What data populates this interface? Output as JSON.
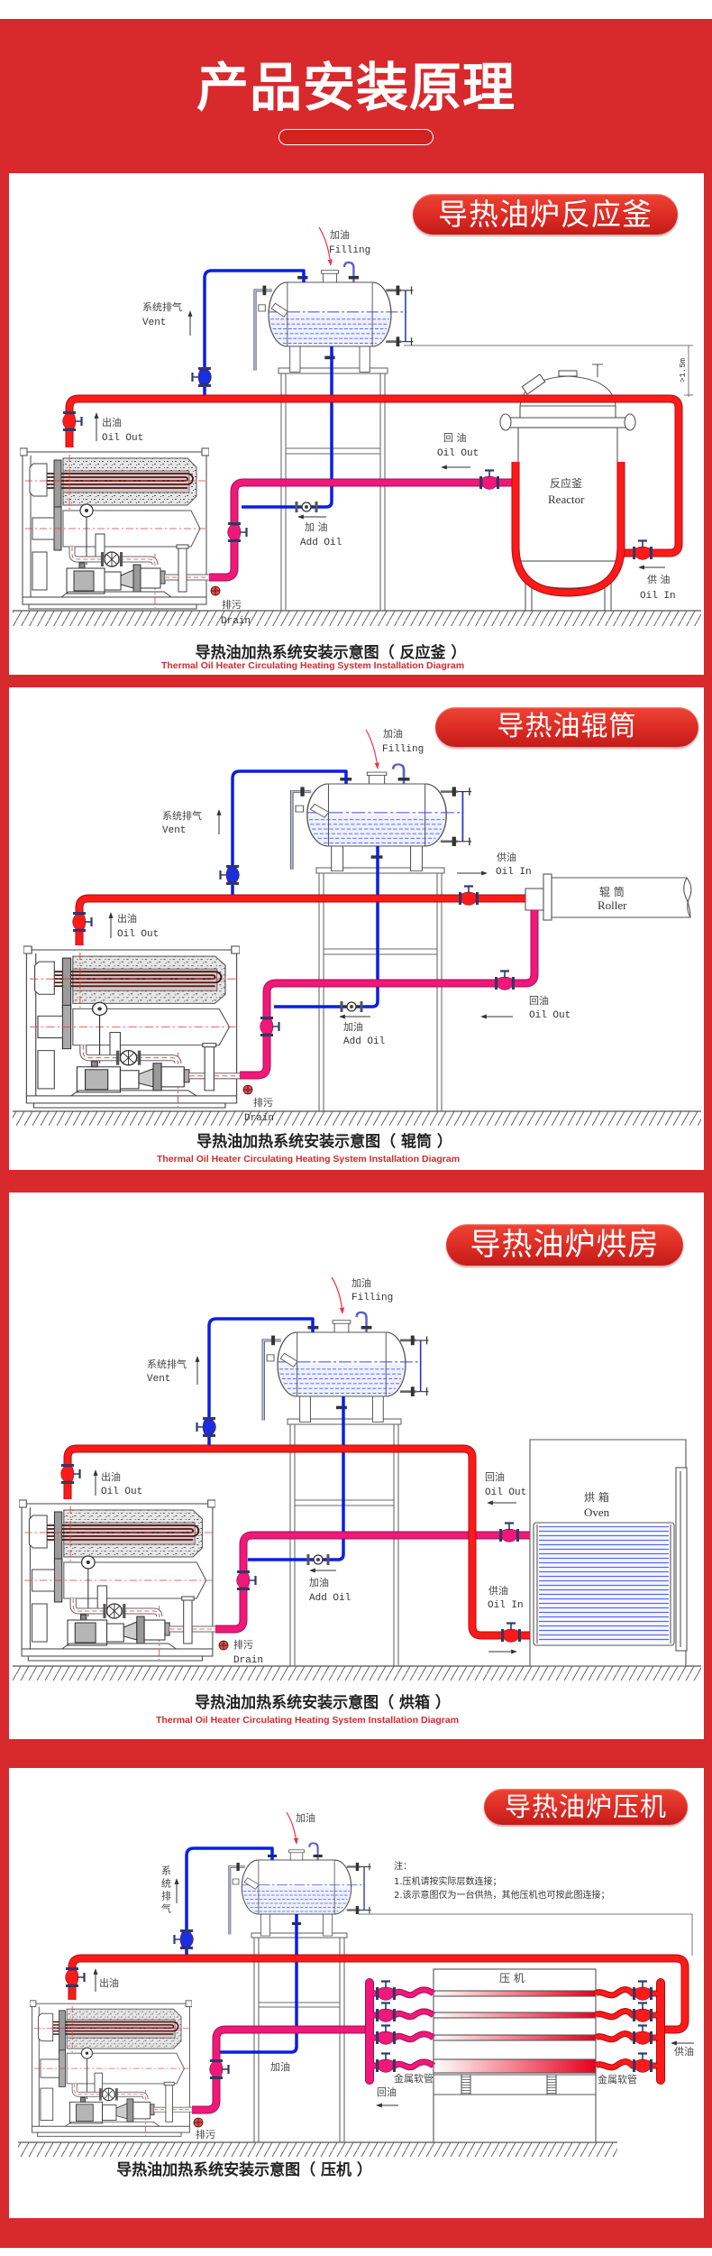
{
  "page": {
    "title": "产品安装原理"
  },
  "colors": {
    "page_background": "#d8292d",
    "badge": "#dc2b24",
    "supply_pipe": "#ff1a1a",
    "return_pipe": "#f0187a",
    "vent_pipe": "#0a1ee6",
    "caption_en": "#d42a2f"
  },
  "panels": [
    {
      "badge": "导热油炉反应釜",
      "labels": {
        "filling_cn": "加油",
        "filling_en": "Filling",
        "vent_cn": "系统排气",
        "vent_en": "Vent",
        "oil_out_cn": "出油",
        "oil_out_en": "Oil Out",
        "add_oil_cn": "加 油",
        "add_oil_en": "Add Oil",
        "drain_cn": "排污",
        "drain_en": "Drain",
        "return_cn": "回 油",
        "return_en": "Oil Out",
        "supply_cn": "供 油",
        "supply_en": "Oil In",
        "equipment_cn": "反应釜",
        "equipment_en": "Reactor",
        "dimension": ">1.5m"
      },
      "caption_cn": "导热油加热系统安装示意图（ 反应釜 ）",
      "caption_en": "Thermal Oil Heater Circulating Heating System Installation Diagram"
    },
    {
      "badge": "导热油辊筒",
      "labels": {
        "filling_cn": "加油",
        "filling_en": "Filling",
        "vent_cn": "系统排气",
        "vent_en": "Vent",
        "oil_out_cn": "出油",
        "oil_out_en": "Oil Out",
        "supply_cn": "供油",
        "supply_en": "Oil In",
        "equipment_cn": "辊 筒",
        "equipment_en": "Roller",
        "return_cn": "回油",
        "return_en": "Oil Out",
        "add_oil_cn": "加油",
        "add_oil_en": "Add Oil",
        "drain_cn": "排污",
        "drain_en": "Drain"
      },
      "caption_cn": "导热油加热系统安装示意图（ 辊筒 ）",
      "caption_en": "Thermal Oil Heater Circulating Heating System Installation Diagram"
    },
    {
      "badge": "导热油炉烘房",
      "labels": {
        "filling_cn": "加油",
        "filling_en": "Filling",
        "vent_cn": "系统排气",
        "vent_en": "Vent",
        "oil_out_cn": "出油",
        "oil_out_en": "Oil Out",
        "return_cn": "回油",
        "return_en": "Oil Out",
        "equipment_cn": "烘 箱",
        "equipment_en": "Oven",
        "supply_cn": "供油",
        "supply_en": "Oil In",
        "add_oil_cn": "加油",
        "add_oil_en": "Add Oil",
        "drain_cn": "排污",
        "drain_en": "Drain"
      },
      "caption_cn": "导热油加热系统安装示意图（ 烘箱 ）",
      "caption_en": "Thermal Oil Heater Circulating Heating System Installation Diagram"
    },
    {
      "badge": "导热油炉压机",
      "labels": {
        "filling_cn": "加油",
        "vent_cn": "系统排气",
        "oil_out_cn": "出油",
        "add_oil_cn": "加油",
        "drain_cn": "排污",
        "equipment_cn": "压 机",
        "hose_left": "金属软管",
        "hose_right": "金属软管",
        "return_cn": "回油",
        "supply_cn": "供油"
      },
      "notes": {
        "heading": "注：",
        "items": [
          "1.压机请按实际层数连接；",
          "2.该示意图仅为一台供热，其他压机也可按此图连接；"
        ]
      },
      "caption_cn": "导热油加热系统安装示意图（ 压机 ）"
    }
  ]
}
